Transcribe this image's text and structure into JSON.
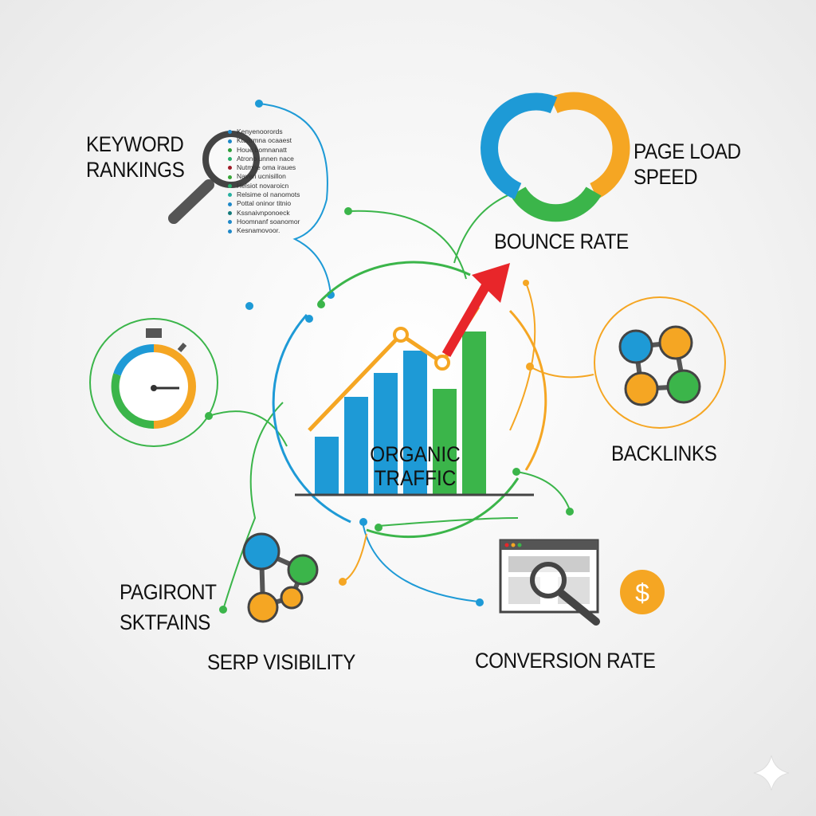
{
  "labels": {
    "keyword_rankings": [
      "KEYWORD",
      "RANKINGS"
    ],
    "page_load_speed": [
      "PAGE LOAD",
      "SPEED"
    ],
    "bounce_rate": "BOUNCE RATE",
    "backlinks": "BACKLINKS",
    "center": [
      "ORGANIC",
      "TRAFFIC"
    ],
    "pagiront": [
      "PAGIRONT",
      "SKTFAINS"
    ],
    "serp_visibility": "SERP VISIBILITY",
    "conversion_rate": "CONVERSION RATE"
  },
  "keyword_list": [
    {
      "text": "Kenyenoorords",
      "color": "#1e88c8"
    },
    {
      "text": "Ktuarmna ocaaest",
      "color": "#1e88c8"
    },
    {
      "text": "Houe bomnanatt",
      "color": "#2e9e3a"
    },
    {
      "text": "Atrono unnen nace",
      "color": "#27b06a"
    },
    {
      "text": "Nutmne oma iraues",
      "color": "#a01c28"
    },
    {
      "text": "Naveri ucnisillon",
      "color": "#3aa63a"
    },
    {
      "text": "Helsiot novaroicn",
      "color": "#27b06a"
    },
    {
      "text": "Relsime ol nanomots",
      "color": "#27b0a0"
    },
    {
      "text": "Pottal oninor titnio",
      "color": "#1e88c8"
    },
    {
      "text": "Kssnaivnponoeck",
      "color": "#137a7a"
    },
    {
      "text": "Hoomnanf soanomor",
      "color": "#1e88c8"
    },
    {
      "text": "Kesnamovoor.",
      "color": "#1e88c8"
    }
  ],
  "colors": {
    "blue": "#1e9ad6",
    "green": "#3bb54a",
    "orange": "#f5a623",
    "red": "#e8262a",
    "dark": "#333333"
  },
  "icons": [
    "magnifier-icon",
    "donut-chart-icon",
    "trend-arrow-icon",
    "network-nodes-icon",
    "stopwatch-icon",
    "browser-window-icon",
    "dollar-coin-icon",
    "sparkle-icon"
  ]
}
